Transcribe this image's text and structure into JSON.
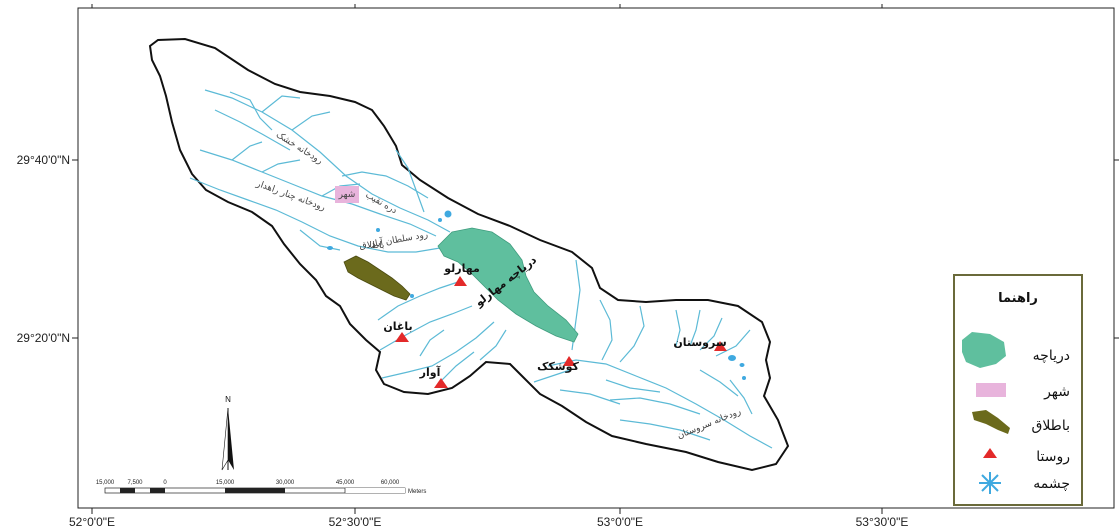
{
  "coordinates": {
    "longitudes": [
      "52°0'0\"E",
      "52°30'0\"E",
      "53°0'0\"E",
      "53°30'0\"E"
    ],
    "latitudes": [
      "29°40'0\"N",
      "29°20'0\"N"
    ]
  },
  "places": {
    "lake": "دریاچه مهارلو",
    "lake_side": "مهارلو",
    "city": "شهر",
    "marsh": "باطلاق",
    "village_baghan": "باغان",
    "village_avar": "آوار",
    "village_kushkak": "کوشکک",
    "village_sarvestan": "سروستان"
  },
  "rivers": {
    "river_1": "رودخانه خشک",
    "river_2": "رودخانه چنار راهدار",
    "river_3": "رود سلطان آباد",
    "river_4": "رودخانه سروستان",
    "river_5": "دره نقیب"
  },
  "scale": {
    "ticks": [
      "15,000",
      "7,500",
      "0",
      "15,000",
      "30,000",
      "45,000",
      "60,000"
    ],
    "unit": "Meters"
  },
  "north": {
    "label": "N"
  },
  "legend": {
    "title": "راهنما",
    "items": [
      "دریاچه",
      "شهر",
      "باطلاق",
      "روستا",
      "چشمه"
    ]
  },
  "colors": {
    "lake": "#5fbf9e",
    "city": "#e8b4dc",
    "marsh": "#6b6a1c",
    "village": "#e32a2a",
    "spring": "#3fa9e0",
    "river": "#5cbad6",
    "legend_border": "#6a6a3a"
  }
}
